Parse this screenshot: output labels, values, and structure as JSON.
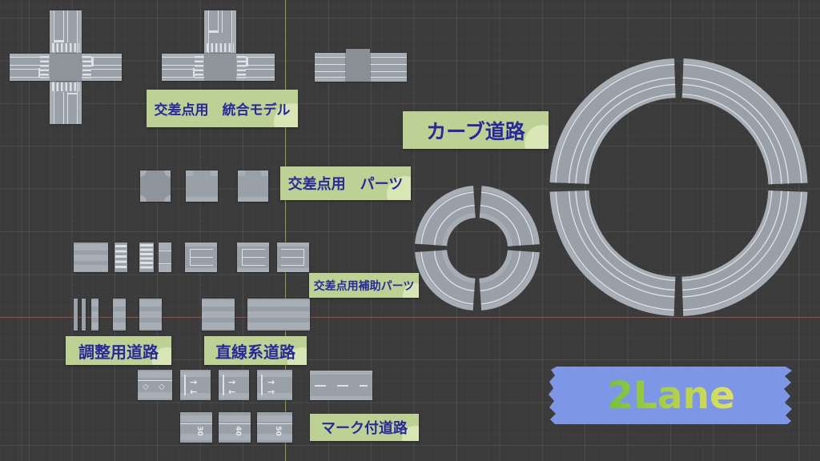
{
  "viewport": {
    "background": "#3b3b3b",
    "grid_major": "#464646",
    "grid_minor": "#414141",
    "axis_vertical_color": "#8a9e39",
    "axis_horizontal_color": "#9d4a47"
  },
  "labels": {
    "integrated": "交差点用　統合モデル",
    "curve": "カーブ道路",
    "parts": "交差点用　パーツ",
    "aux": "交差点用補助パーツ",
    "adjust": "調整用道路",
    "straight": "直線系道路",
    "marked": "マーク付道路",
    "banner": "2Lane"
  },
  "label_style": {
    "bg": "#bed194",
    "accent": "#d7e6b4",
    "text": "#28289b"
  },
  "banner_style": {
    "bg": "#7d97e6",
    "text_gradient_from": "#76c238",
    "text_gradient_to": "#e2e163"
  },
  "road_marks": {
    "speed_marks": [
      "30",
      "40",
      "50"
    ],
    "diamond": "◇",
    "arrow_straight": "→",
    "arrow_turn": "←"
  }
}
